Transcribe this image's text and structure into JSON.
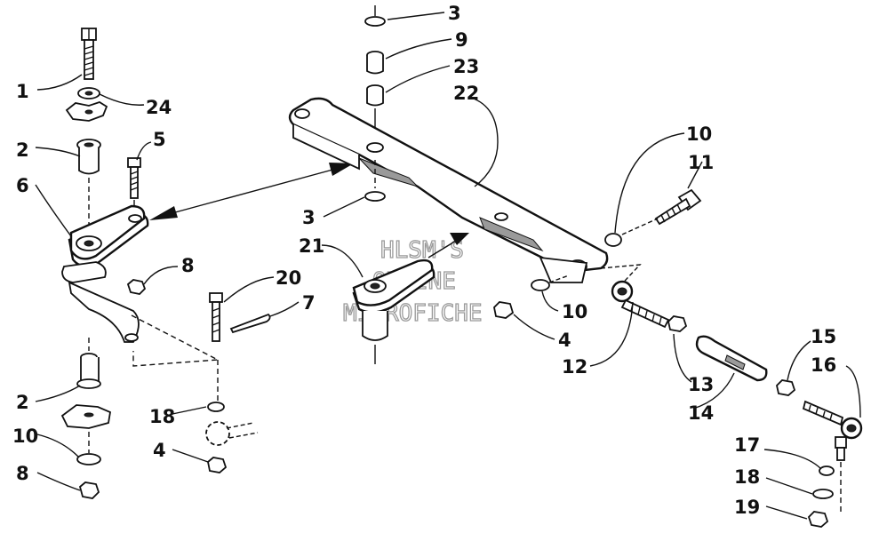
{
  "diagram": {
    "callouts": [
      {
        "id": "c1",
        "text": "1"
      },
      {
        "id": "c24",
        "text": "24"
      },
      {
        "id": "c2a",
        "text": "2"
      },
      {
        "id": "c5",
        "text": "5"
      },
      {
        "id": "c6",
        "text": "6"
      },
      {
        "id": "c8a",
        "text": "8"
      },
      {
        "id": "c20",
        "text": "20"
      },
      {
        "id": "c7",
        "text": "7"
      },
      {
        "id": "c2b",
        "text": "2"
      },
      {
        "id": "c18a",
        "text": "18"
      },
      {
        "id": "c10a",
        "text": "10"
      },
      {
        "id": "c4a",
        "text": "4"
      },
      {
        "id": "c8b",
        "text": "8"
      },
      {
        "id": "c3a",
        "text": "3"
      },
      {
        "id": "c9",
        "text": "9"
      },
      {
        "id": "c23",
        "text": "23"
      },
      {
        "id": "c22",
        "text": "22"
      },
      {
        "id": "c3b",
        "text": "3"
      },
      {
        "id": "c21",
        "text": "21"
      },
      {
        "id": "c10b",
        "text": "10"
      },
      {
        "id": "c4b",
        "text": "4"
      },
      {
        "id": "c12",
        "text": "12"
      },
      {
        "id": "c10c",
        "text": "10"
      },
      {
        "id": "c11",
        "text": "11"
      },
      {
        "id": "c13",
        "text": "13"
      },
      {
        "id": "c14",
        "text": "14"
      },
      {
        "id": "c15",
        "text": "15"
      },
      {
        "id": "c16",
        "text": "16"
      },
      {
        "id": "c17",
        "text": "17"
      },
      {
        "id": "c18b",
        "text": "18"
      },
      {
        "id": "c19",
        "text": "19"
      }
    ],
    "watermark": [
      "HLSM'S",
      "ONLINE",
      "MICROFICHE"
    ]
  }
}
